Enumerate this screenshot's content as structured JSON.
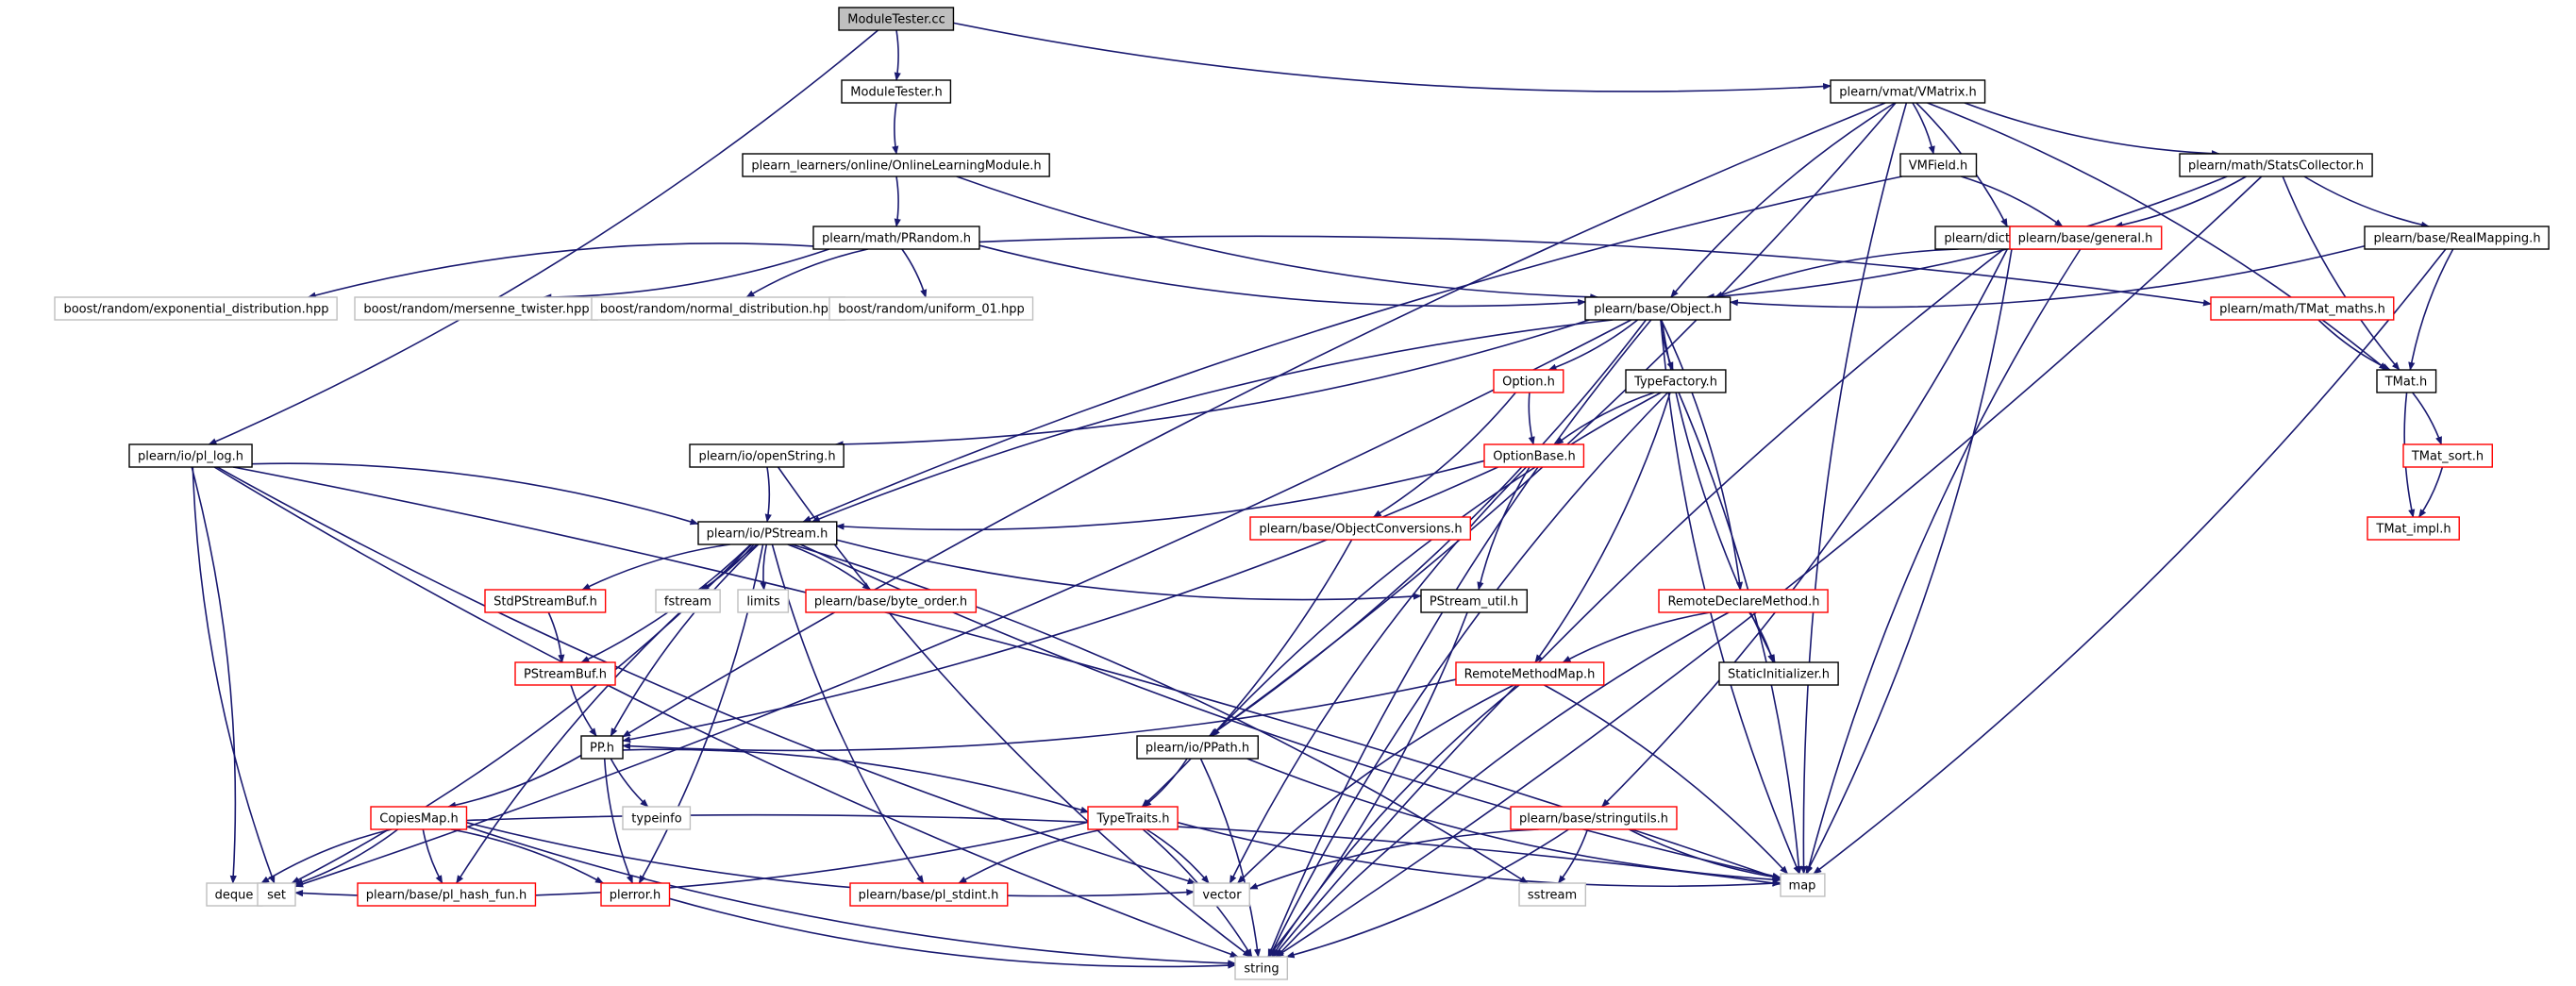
{
  "diagram": {
    "colors": {
      "edge": "#191970",
      "root_fill": "#bfbfbf",
      "documented_border": "#000000",
      "undocumented_border": "#ff0000",
      "external_border": "#bfbfbf",
      "node_fill": "#ffffff"
    },
    "nodes": [
      {
        "id": "moduletester_cc",
        "label": "ModuleTester.cc",
        "kind": "root"
      },
      {
        "id": "moduletester_h",
        "label": "ModuleTester.h",
        "kind": "doc"
      },
      {
        "id": "vmatrix",
        "label": "plearn/vmat/VMatrix.h",
        "kind": "doc"
      },
      {
        "id": "onlinelearning",
        "label": "plearn_learners/online/OnlineLearningModule.h",
        "kind": "doc"
      },
      {
        "id": "vmfield",
        "label": "VMField.h",
        "kind": "doc"
      },
      {
        "id": "statscollector",
        "label": "plearn/math/StatsCollector.h",
        "kind": "doc"
      },
      {
        "id": "prandom",
        "label": "plearn/math/PRandom.h",
        "kind": "doc"
      },
      {
        "id": "dictionary",
        "label": "plearn/dict/Dictionary.h",
        "kind": "doc"
      },
      {
        "id": "general",
        "label": "plearn/base/general.h",
        "kind": "red"
      },
      {
        "id": "realmapping",
        "label": "plearn/base/RealMapping.h",
        "kind": "doc"
      },
      {
        "id": "exp_dist",
        "label": "boost/random/exponential_distribution.hpp",
        "kind": "ext"
      },
      {
        "id": "mersenne",
        "label": "boost/random/mersenne_twister.hpp",
        "kind": "ext"
      },
      {
        "id": "normal_dist",
        "label": "boost/random/normal_distribution.hpp",
        "kind": "ext"
      },
      {
        "id": "uniform01",
        "label": "boost/random/uniform_01.hpp",
        "kind": "ext"
      },
      {
        "id": "object",
        "label": "plearn/base/Object.h",
        "kind": "doc"
      },
      {
        "id": "tmat_maths",
        "label": "plearn/math/TMat_maths.h",
        "kind": "red"
      },
      {
        "id": "option",
        "label": "Option.h",
        "kind": "red"
      },
      {
        "id": "typefactory",
        "label": "TypeFactory.h",
        "kind": "doc"
      },
      {
        "id": "tmat",
        "label": "TMat.h",
        "kind": "doc"
      },
      {
        "id": "pl_log",
        "label": "plearn/io/pl_log.h",
        "kind": "doc"
      },
      {
        "id": "openstring",
        "label": "plearn/io/openString.h",
        "kind": "doc"
      },
      {
        "id": "optionbase",
        "label": "OptionBase.h",
        "kind": "red"
      },
      {
        "id": "tmat_sort",
        "label": "TMat_sort.h",
        "kind": "red"
      },
      {
        "id": "objconv",
        "label": "plearn/base/ObjectConversions.h",
        "kind": "red"
      },
      {
        "id": "tmat_impl",
        "label": "TMat_impl.h",
        "kind": "red"
      },
      {
        "id": "pstream",
        "label": "plearn/io/PStream.h",
        "kind": "doc"
      },
      {
        "id": "stdpstreambuf",
        "label": "StdPStreamBuf.h",
        "kind": "red"
      },
      {
        "id": "fstream",
        "label": "fstream",
        "kind": "ext"
      },
      {
        "id": "limits",
        "label": "limits",
        "kind": "ext"
      },
      {
        "id": "byte_order",
        "label": "plearn/base/byte_order.h",
        "kind": "red"
      },
      {
        "id": "pstream_util",
        "label": "PStream_util.h",
        "kind": "doc"
      },
      {
        "id": "remotedeclare",
        "label": "RemoteDeclareMethod.h",
        "kind": "red"
      },
      {
        "id": "pstreambuf",
        "label": "PStreamBuf.h",
        "kind": "red"
      },
      {
        "id": "remotemethodmap",
        "label": "RemoteMethodMap.h",
        "kind": "red"
      },
      {
        "id": "staticinit",
        "label": "StaticInitializer.h",
        "kind": "doc"
      },
      {
        "id": "pp",
        "label": "PP.h",
        "kind": "doc"
      },
      {
        "id": "ppath",
        "label": "plearn/io/PPath.h",
        "kind": "doc"
      },
      {
        "id": "typeinfo",
        "label": "typeinfo",
        "kind": "ext"
      },
      {
        "id": "copiesmap",
        "label": "CopiesMap.h",
        "kind": "red"
      },
      {
        "id": "typetraits",
        "label": "TypeTraits.h",
        "kind": "red"
      },
      {
        "id": "stringutils",
        "label": "plearn/base/stringutils.h",
        "kind": "red"
      },
      {
        "id": "deque",
        "label": "deque",
        "kind": "ext"
      },
      {
        "id": "set",
        "label": "set",
        "kind": "ext"
      },
      {
        "id": "pl_hash_fun",
        "label": "plearn/base/pl_hash_fun.h",
        "kind": "red"
      },
      {
        "id": "plerror",
        "label": "plerror.h",
        "kind": "red"
      },
      {
        "id": "pl_stdint",
        "label": "plearn/base/pl_stdint.h",
        "kind": "red"
      },
      {
        "id": "vector",
        "label": "vector",
        "kind": "ext"
      },
      {
        "id": "sstream",
        "label": "sstream",
        "kind": "ext"
      },
      {
        "id": "map",
        "label": "map",
        "kind": "ext"
      },
      {
        "id": "string",
        "label": "string",
        "kind": "ext"
      }
    ],
    "edges": [
      [
        "moduletester_cc",
        "moduletester_h"
      ],
      [
        "moduletester_cc",
        "vmatrix"
      ],
      [
        "moduletester_cc",
        "pl_log"
      ],
      [
        "moduletester_h",
        "onlinelearning"
      ],
      [
        "onlinelearning",
        "prandom"
      ],
      [
        "onlinelearning",
        "object"
      ],
      [
        "vmatrix",
        "vmfield"
      ],
      [
        "vmatrix",
        "statscollector"
      ],
      [
        "vmatrix",
        "dictionary"
      ],
      [
        "vmatrix",
        "object"
      ],
      [
        "vmatrix",
        "ppath"
      ],
      [
        "vmatrix",
        "pp"
      ],
      [
        "vmatrix",
        "tmat"
      ],
      [
        "vmatrix",
        "map"
      ],
      [
        "vmfield",
        "general"
      ],
      [
        "vmfield",
        "pstream"
      ],
      [
        "statscollector",
        "general"
      ],
      [
        "statscollector",
        "realmapping"
      ],
      [
        "statscollector",
        "object"
      ],
      [
        "statscollector",
        "tmat"
      ],
      [
        "statscollector",
        "string"
      ],
      [
        "prandom",
        "exp_dist"
      ],
      [
        "prandom",
        "mersenne"
      ],
      [
        "prandom",
        "normal_dist"
      ],
      [
        "prandom",
        "uniform01"
      ],
      [
        "prandom",
        "object"
      ],
      [
        "prandom",
        "tmat_maths"
      ],
      [
        "dictionary",
        "object"
      ],
      [
        "dictionary",
        "map"
      ],
      [
        "dictionary",
        "string"
      ],
      [
        "dictionary",
        "stringutils"
      ],
      [
        "general",
        "map"
      ],
      [
        "realmapping",
        "object"
      ],
      [
        "realmapping",
        "tmat"
      ],
      [
        "realmapping",
        "map"
      ],
      [
        "object",
        "string"
      ],
      [
        "object",
        "option"
      ],
      [
        "object",
        "typefactory"
      ],
      [
        "object",
        "remotedeclare"
      ],
      [
        "object",
        "staticinit"
      ],
      [
        "object",
        "openstring"
      ],
      [
        "object",
        "pstream"
      ],
      [
        "object",
        "ppath"
      ],
      [
        "object",
        "map"
      ],
      [
        "object",
        "set"
      ],
      [
        "tmat_maths",
        "tmat"
      ],
      [
        "tmat",
        "tmat_sort"
      ],
      [
        "tmat",
        "tmat_impl"
      ],
      [
        "tmat_sort",
        "tmat_impl"
      ],
      [
        "option",
        "optionbase"
      ],
      [
        "option",
        "objconv"
      ],
      [
        "typefactory",
        "optionbase"
      ],
      [
        "typefactory",
        "remotemethodmap"
      ],
      [
        "typefactory",
        "ppath"
      ],
      [
        "typefactory",
        "map"
      ],
      [
        "typefactory",
        "string"
      ],
      [
        "pl_log",
        "pstream"
      ],
      [
        "pl_log",
        "string"
      ],
      [
        "pl_log",
        "deque"
      ],
      [
        "pl_log",
        "set"
      ],
      [
        "pl_log",
        "map"
      ],
      [
        "pl_log",
        "vector"
      ],
      [
        "openstring",
        "pstream"
      ],
      [
        "openstring",
        "string"
      ],
      [
        "optionbase",
        "pstream"
      ],
      [
        "optionbase",
        "pstream_util"
      ],
      [
        "optionbase",
        "pp"
      ],
      [
        "optionbase",
        "vector"
      ],
      [
        "objconv",
        "typetraits"
      ],
      [
        "pstream",
        "stdpstreambuf"
      ],
      [
        "pstream",
        "fstream"
      ],
      [
        "pstream",
        "limits"
      ],
      [
        "pstream",
        "byte_order"
      ],
      [
        "pstream",
        "pstream_util"
      ],
      [
        "pstream",
        "pstreambuf"
      ],
      [
        "pstream",
        "pp"
      ],
      [
        "pstream",
        "set"
      ],
      [
        "pstream",
        "pl_hash_fun"
      ],
      [
        "pstream",
        "plerror"
      ],
      [
        "pstream",
        "pl_stdint"
      ],
      [
        "pstream",
        "sstream"
      ],
      [
        "pstream",
        "map"
      ],
      [
        "stdpstreambuf",
        "pstreambuf"
      ],
      [
        "pstreambuf",
        "pp"
      ],
      [
        "pstream_util",
        "string"
      ],
      [
        "remotedeclare",
        "remotemethodmap"
      ],
      [
        "remotedeclare",
        "staticinit"
      ],
      [
        "remotedeclare",
        "string"
      ],
      [
        "remotemethodmap",
        "pp"
      ],
      [
        "remotemethodmap",
        "vector"
      ],
      [
        "remotemethodmap",
        "map"
      ],
      [
        "remotemethodmap",
        "string"
      ],
      [
        "pp",
        "copiesmap"
      ],
      [
        "pp",
        "typeinfo"
      ],
      [
        "pp",
        "typetraits"
      ],
      [
        "pp",
        "plerror"
      ],
      [
        "ppath",
        "typetraits"
      ],
      [
        "ppath",
        "map"
      ],
      [
        "ppath",
        "string"
      ],
      [
        "copiesmap",
        "deque"
      ],
      [
        "copiesmap",
        "set"
      ],
      [
        "copiesmap",
        "pl_hash_fun"
      ],
      [
        "copiesmap",
        "plerror"
      ],
      [
        "copiesmap",
        "vector"
      ],
      [
        "copiesmap",
        "map"
      ],
      [
        "copiesmap",
        "string"
      ],
      [
        "typetraits",
        "set"
      ],
      [
        "typetraits",
        "pl_stdint"
      ],
      [
        "typetraits",
        "vector"
      ],
      [
        "typetraits",
        "map"
      ],
      [
        "typetraits",
        "string"
      ],
      [
        "stringutils",
        "vector"
      ],
      [
        "stringutils",
        "sstream"
      ],
      [
        "stringutils",
        "map"
      ],
      [
        "stringutils",
        "string"
      ],
      [
        "plerror",
        "string"
      ]
    ]
  }
}
